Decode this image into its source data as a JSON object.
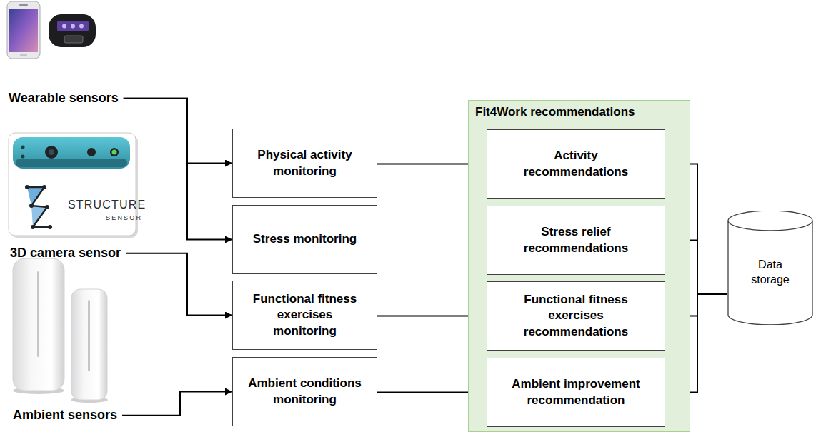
{
  "diagram": {
    "nodes": [
      {
        "text": [
          "Wearable sensors"
        ]
      },
      {
        "text": [
          "3D camera sensor"
        ]
      },
      {
        "text": [
          "Ambient sensors"
        ]
      },
      {
        "text": [
          "Physical activity monitoring"
        ]
      },
      {
        "text": [
          "Stress monitoring"
        ]
      },
      {
        "text": [
          "Functional fitness exercises monitoring"
        ]
      },
      {
        "text": [
          "Ambient conditions monitoring"
        ]
      },
      {
        "text": [
          "Fit4Work recommendations"
        ]
      },
      {
        "text": [
          "Activity recommendations"
        ],
        "in": 7
      },
      {
        "text": [
          "Stress relief recommendations"
        ],
        "in": 7
      },
      {
        "text": [
          "Functional fitness exercises recommendations"
        ],
        "in": 7
      },
      {
        "text": [
          "Ambient improvement recommendation"
        ],
        "in": 7
      },
      {
        "text": [
          "Data storage"
        ]
      }
    ],
    "edges": [
      {
        "from": 0,
        "to": 3,
        "arrow": "to"
      },
      {
        "from": 0,
        "to": 4,
        "arrow": "to"
      },
      {
        "from": 1,
        "to": 5,
        "arrow": "to"
      },
      {
        "from": 2,
        "to": 6,
        "arrow": "to"
      },
      {
        "from": 3,
        "to": 8,
        "arrow": "to"
      },
      {
        "from": 5,
        "to": 10,
        "arrow": "to"
      },
      {
        "from": 6,
        "to": 11,
        "arrow": "to"
      },
      {
        "from": 12,
        "to": 8,
        "arrow": "to"
      },
      {
        "from": 12,
        "to": 9,
        "arrow": "to"
      },
      {
        "from": 12,
        "to": 10,
        "arrow": "to"
      },
      {
        "from": 12,
        "to": 11,
        "arrow": "to"
      }
    ],
    "labels": [
      "STRUCTURE",
      "SENSOR"
    ]
  }
}
